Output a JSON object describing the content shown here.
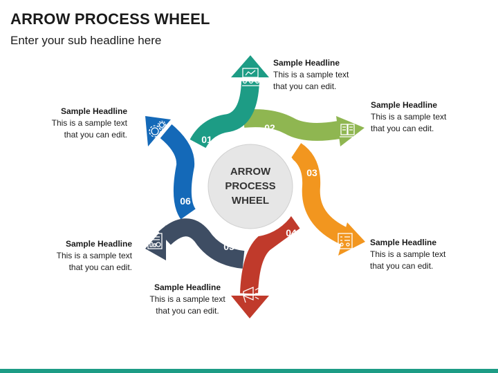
{
  "title": "ARROW PROCESS WHEEL",
  "subtitle": "Enter your sub headline here",
  "center": {
    "line1": "ARROW",
    "line2": "PROCESS",
    "line3": "WHEEL"
  },
  "steps": [
    {
      "number": "01",
      "color": "#1d9c85",
      "icon": "presentation-icon",
      "headline": "Sample Headline",
      "text1": "This is a sample text",
      "text2": "that you can edit."
    },
    {
      "number": "02",
      "color": "#8fb651",
      "icon": "book-icon",
      "headline": "Sample Headline",
      "text1": "This is a sample text",
      "text2": "that you can edit."
    },
    {
      "number": "03",
      "color": "#f2961f",
      "icon": "checklist-icon",
      "headline": "Sample Headline",
      "text1": "This is a sample text",
      "text2": "that you can edit."
    },
    {
      "number": "04",
      "color": "#c03a2b",
      "icon": "megaphone-icon",
      "headline": "Sample Headline",
      "text1": "This is a sample text",
      "text2": "that you can edit."
    },
    {
      "number": "05",
      "color": "#3e4d63",
      "icon": "report-icon",
      "headline": "Sample Headline",
      "text1": "This is a sample text",
      "text2": "that you can edit."
    },
    {
      "number": "06",
      "color": "#1469b8",
      "icon": "gears-icon",
      "headline": "Sample Headline",
      "text1": "This is a sample text",
      "text2": "that you can edit."
    }
  ],
  "footer_color": "#1d9c85"
}
